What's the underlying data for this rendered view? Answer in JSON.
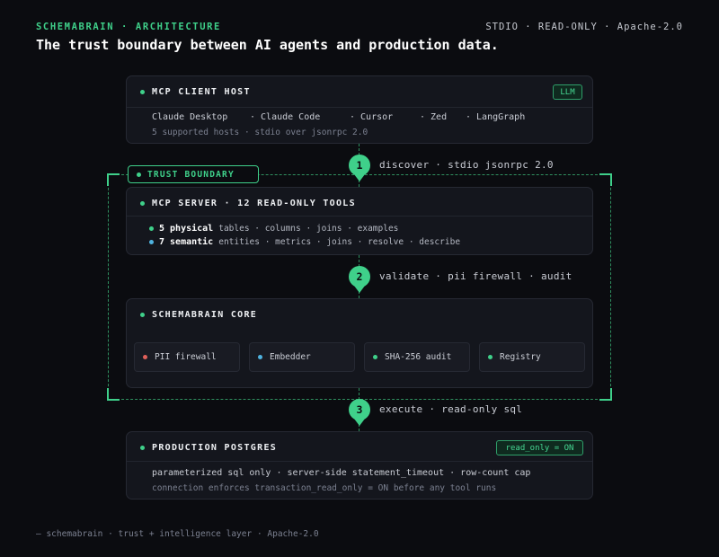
{
  "header": {
    "eyebrow": "SCHEMABRAIN · ARCHITECTURE",
    "meta": "STDIO · READ-ONLY · Apache-2.0",
    "headline": "The trust boundary between AI agents and production data."
  },
  "client_host": {
    "title": "MCP CLIENT HOST",
    "tag": "LLM",
    "hosts": [
      "Claude Desktop",
      "· Claude Code",
      "· Cursor",
      "· Zed",
      "· LangGraph"
    ],
    "subtitle": "5 supported hosts · stdio over jsonrpc 2.0"
  },
  "trust_boundary": {
    "label": "TRUST BOUNDARY"
  },
  "steps": [
    {
      "number": "1",
      "label": "discover · stdio jsonrpc 2.0"
    },
    {
      "number": "2",
      "label": "validate · pii firewall · audit"
    },
    {
      "number": "3",
      "label": "execute · read-only sql"
    }
  ],
  "mcp_server": {
    "title": "MCP SERVER · 12 READ-ONLY TOOLS",
    "groups": [
      {
        "count": "5 physical",
        "items": "tables · columns · joins · examples",
        "color": "#3fd08a"
      },
      {
        "count": "7 semantic",
        "items": "entities · metrics · joins · resolve · describe",
        "color": "#4fb3e0"
      }
    ]
  },
  "core": {
    "title": "SCHEMABRAIN CORE",
    "modules": [
      {
        "label": "PII firewall",
        "color": "#e0605a"
      },
      {
        "label": "Embedder",
        "color": "#4fb3e0"
      },
      {
        "label": "SHA-256 audit",
        "color": "#3fd08a"
      },
      {
        "label": "Registry",
        "color": "#3fd08a"
      }
    ]
  },
  "postgres": {
    "title": "PRODUCTION POSTGRES",
    "tag": "read_only = ON",
    "line": "parameterized sql only · server-side statement_timeout · row-count cap",
    "subtitle": "connection enforces transaction_read_only = ON before any tool runs"
  },
  "footer": "— schemabrain · trust + intelligence layer · Apache-2.0",
  "colors": {
    "accent": "#3fd08a",
    "background": "#0b0c10",
    "card": "#14161d"
  }
}
